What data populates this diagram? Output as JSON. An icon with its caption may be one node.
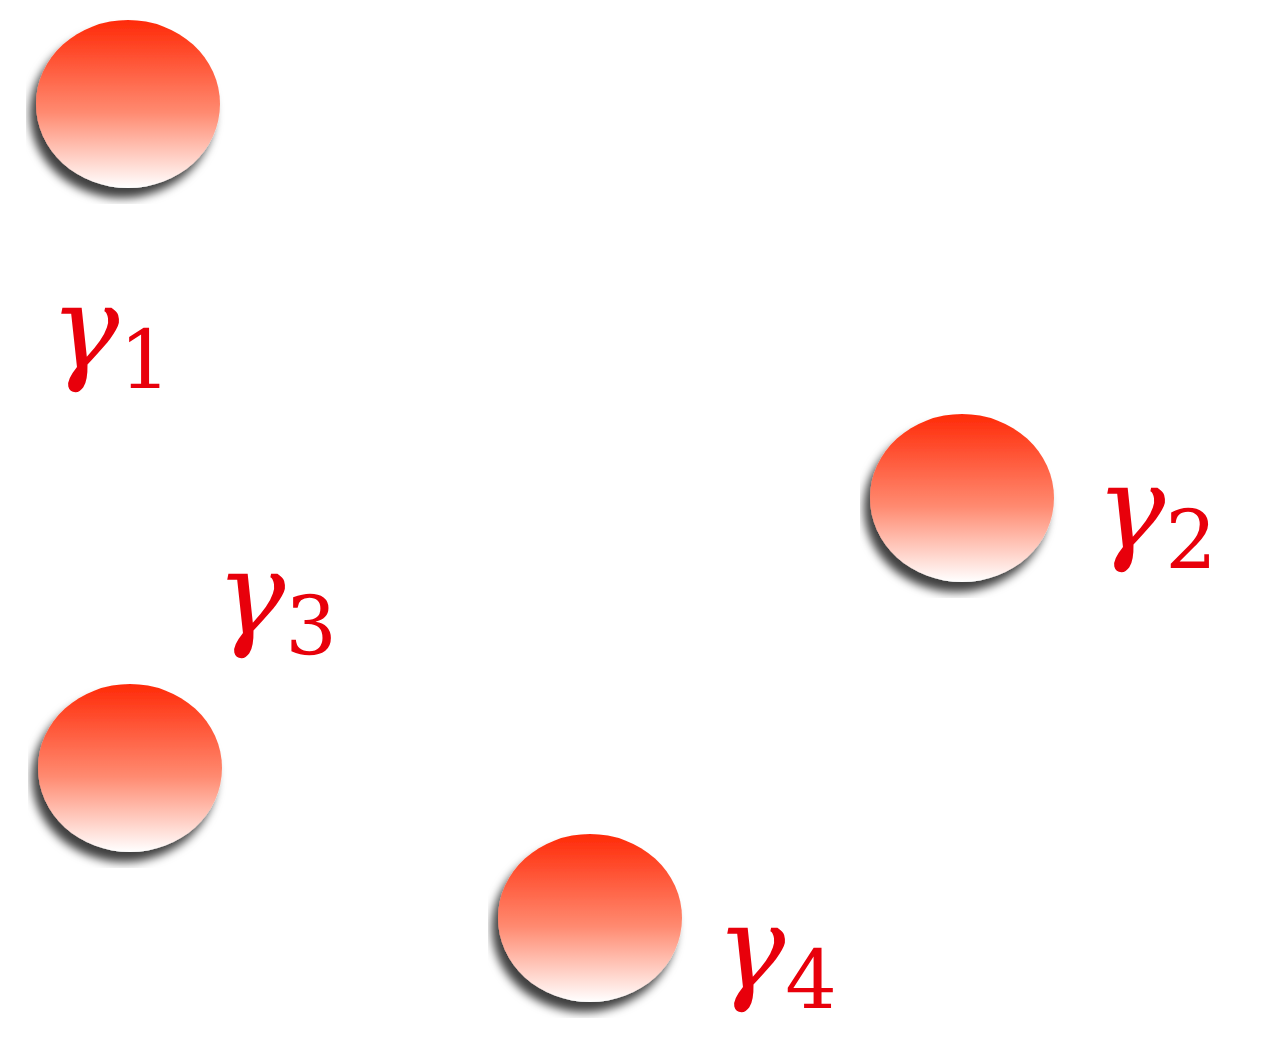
{
  "diagram": {
    "nodes": [
      {
        "text": [],
        "shape": "circle",
        "beside": [
          "γ$_{1}$"
        ]
      },
      {
        "text": [],
        "shape": "circle",
        "beside": [
          "γ$_{2}$"
        ]
      },
      {
        "text": [],
        "shape": "circle",
        "beside": [
          "γ$_{3}$"
        ]
      },
      {
        "text": [],
        "shape": "circle",
        "beside": [
          "γ$_{4}$"
        ]
      }
    ]
  }
}
